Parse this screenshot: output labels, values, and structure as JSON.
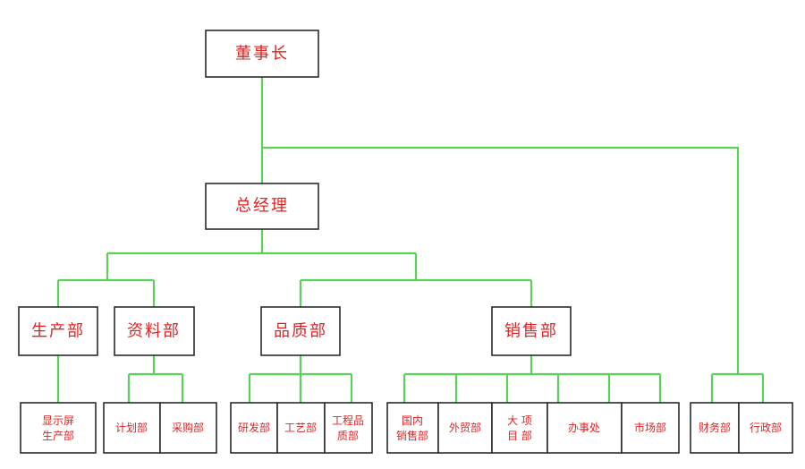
{
  "org": {
    "chairman": "董事长",
    "gm": "总经理",
    "departments": {
      "production": "生产部",
      "materials": "资料部",
      "quality": "品质部",
      "sales": "销售部"
    },
    "units": {
      "display_production": [
        "显示屏",
        "生产部"
      ],
      "planning": "计划部",
      "purchasing": "采购部",
      "rnd": "研发部",
      "process": "工艺部",
      "engineering_quality": [
        "工程品",
        "质部"
      ],
      "domestic_sales": [
        "国内",
        "销售部"
      ],
      "foreign_trade": "外贸部",
      "key_projects": [
        "大 项",
        "目 部"
      ],
      "office": "办事处",
      "marketing": "市场部",
      "finance": "财务部",
      "admin": "行政部"
    }
  }
}
